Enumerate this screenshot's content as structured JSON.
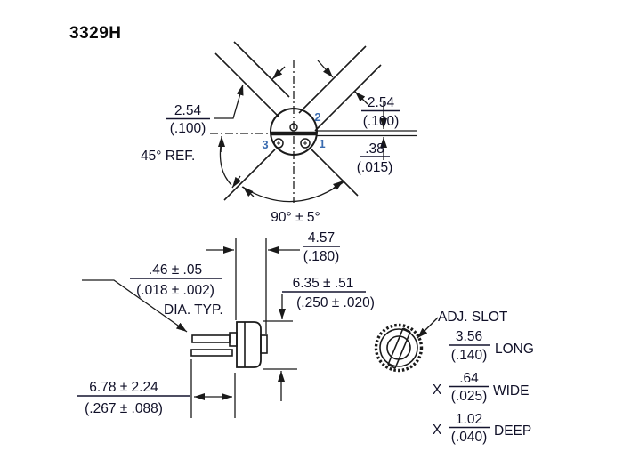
{
  "title": "3329H",
  "top_view": {
    "dim_left_mm": "2.54",
    "dim_left_in": "(.100)",
    "angle_ref": "45° REF.",
    "dim_right_mm": "2.54",
    "dim_right_in": "(.100)",
    "dim_slot_mm": ".38",
    "dim_slot_in": "(.015)",
    "angle_span": "90° ± 5°",
    "pin1": "1",
    "pin2": "2",
    "pin3": "3"
  },
  "side_view": {
    "depth_mm": "4.57",
    "depth_in": "(.180)",
    "height_mm": "6.35 ± .51",
    "height_in": "(.250 ± .020)",
    "pin_dia_mm": ".46 ± .05",
    "pin_dia_in": "(.018 ± .002)",
    "pin_dia_label": "DIA. TYP.",
    "pin_len_mm": "6.78 ± 2.24",
    "pin_len_in": "(.267 ± .088)"
  },
  "adj_view": {
    "label": "ADJ. SLOT",
    "long_mm": "3.56",
    "long_in": "(.140)",
    "long_label": "LONG",
    "wide_x": "X",
    "wide_mm": ".64",
    "wide_in": "(.025)",
    "wide_label": "WIDE",
    "deep_x": "X",
    "deep_mm": "1.02",
    "deep_in": "(.040)",
    "deep_label": "DEEP"
  },
  "colors": {
    "line": "#1a1a1a",
    "text": "#101028",
    "pin_number": "#3a6cb0",
    "background": "#ffffff"
  }
}
